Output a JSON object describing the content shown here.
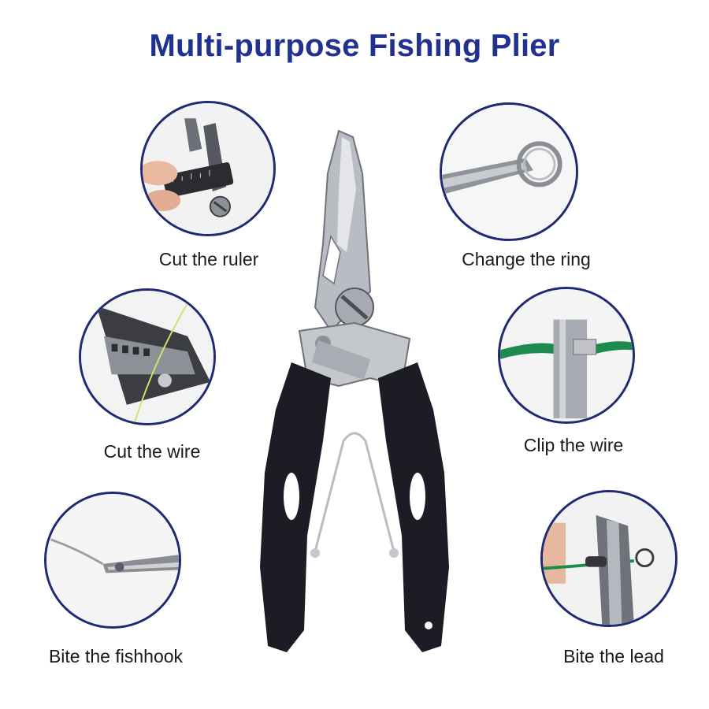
{
  "title": "Multi-purpose Fishing Plier",
  "colors": {
    "title": "#20318f",
    "circle_border": "#1f2a73",
    "handle": "#1b1c24",
    "steel": "#b9bcc2"
  },
  "features": [
    {
      "id": "cut-ruler",
      "label": "Cut the ruler",
      "icon": "ruler-cutter-icon"
    },
    {
      "id": "change-ring",
      "label": "Change the ring",
      "icon": "split-ring-icon"
    },
    {
      "id": "cut-wire",
      "label": "Cut the wire",
      "icon": "line-cutter-icon"
    },
    {
      "id": "clip-wire",
      "label": "Clip the wire",
      "icon": "wire-clip-icon"
    },
    {
      "id": "bite-fishhook",
      "label": "Bite the fishhook",
      "icon": "fishhook-icon"
    },
    {
      "id": "bite-lead",
      "label": "Bite the lead",
      "icon": "swivel-lead-icon"
    }
  ]
}
